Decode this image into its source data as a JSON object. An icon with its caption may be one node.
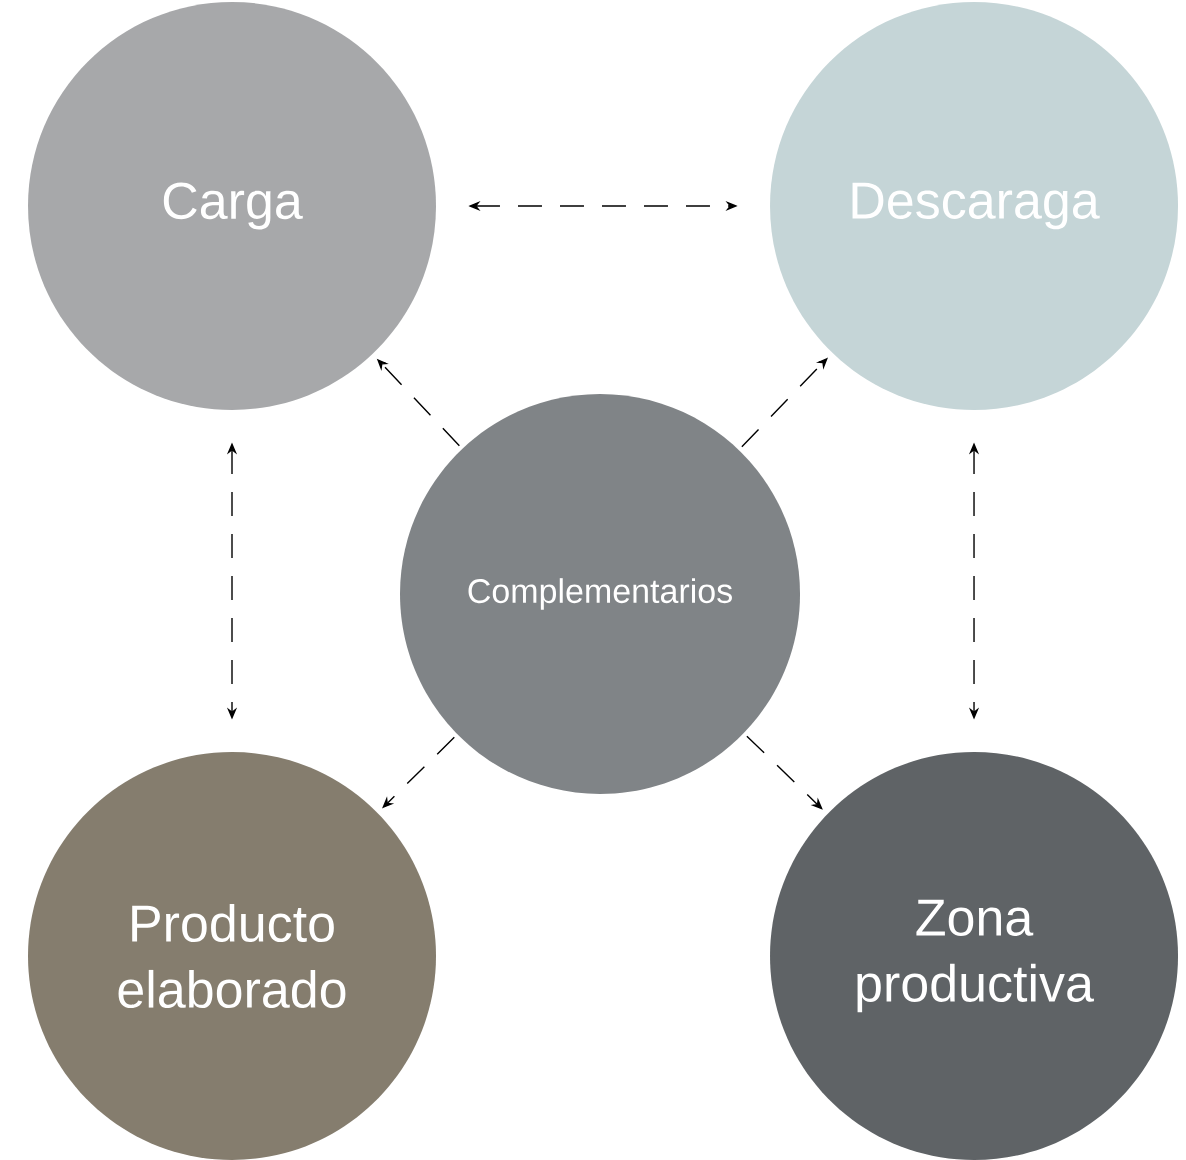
{
  "diagram": {
    "nodes": [
      {
        "text": [
          "Carga"
        ]
      },
      {
        "text": [
          "Descaraga"
        ]
      },
      {
        "text": [
          "Complementarios"
        ]
      },
      {
        "text": [
          "Producto elaborado"
        ]
      },
      {
        "text": [
          "Zona productiva"
        ]
      }
    ],
    "edges": [
      {
        "from": 0,
        "to": 1,
        "arrow": "both",
        "style": "dashed"
      },
      {
        "from": 0,
        "to": 3,
        "arrow": "both",
        "style": "dashed"
      },
      {
        "from": 1,
        "to": 4,
        "arrow": "both",
        "style": "dashed"
      },
      {
        "from": 2,
        "to": 0,
        "arrow": "to",
        "style": "dashed"
      },
      {
        "from": 2,
        "to": 1,
        "arrow": "to",
        "style": "dashed"
      },
      {
        "from": 2,
        "to": 3,
        "arrow": "to",
        "style": "dashed"
      },
      {
        "from": 2,
        "to": 4,
        "arrow": "to",
        "style": "dashed"
      }
    ]
  }
}
